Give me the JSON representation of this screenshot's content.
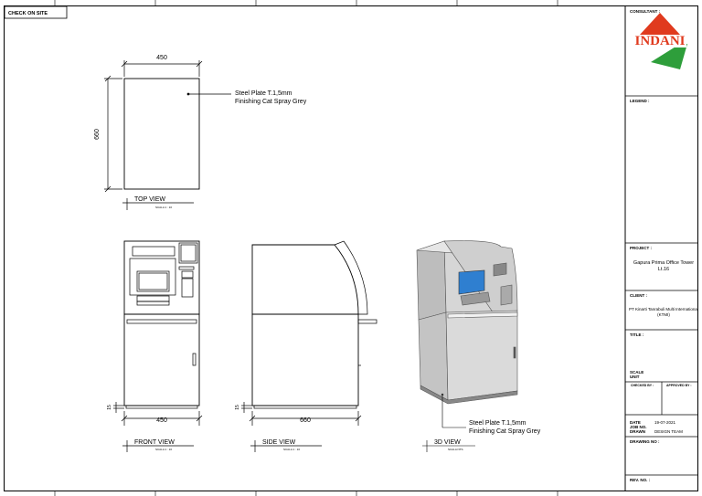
{
  "sheet_label": "CHECK ON SITE",
  "drawing": {
    "top_view": {
      "width_dim": "450",
      "height_dim": "660",
      "note_line1": "Steel Plate T.1,5mm",
      "note_line2": "Finishing Cat Spray Grey",
      "title": "TOP VIEW",
      "scale": "SCALA 1 : 10"
    },
    "front_view": {
      "width_dim": "450",
      "base_dim": "15",
      "title": "FRONT VIEW",
      "scale": "SCALA 1 : 10"
    },
    "side_view": {
      "width_dim": "660",
      "base_dim": "15",
      "title": "SIDE VIEW",
      "scale": "SCALA 1 : 10"
    },
    "view_3d": {
      "note_line1": "Steel Plate T.1,5mm",
      "note_line2": "Finishing Cat Spray Grey",
      "title": "3D VIEW",
      "scale": "SCALA NTS"
    }
  },
  "title_block": {
    "consultant_label": "CONSULTANT :",
    "logo_text": "INDANI",
    "legend_label": "LEGEND :",
    "project_label": "PROJECT :",
    "project_name_line1": "Gapura Prima Office Tower",
    "project_name_line2": "Lt.16",
    "client_label": "CLIENT :",
    "client_name": "PT Kinarti Tanrabuli Multi International",
    "client_sub": "(KTMI)",
    "title_label": "TITLE :",
    "scale_label": "SCALE",
    "unit_label": "UNIT",
    "checked_label": "CHECKED BY :",
    "approved_label": "APPROVED BY :",
    "date_label": "DATE",
    "date_value": "19-07-2021",
    "job_label": "JOB NO.",
    "drawn_label": "DRAWN",
    "drawn_value": "DESIGN TEAM",
    "drawing_no_label": "DRAWING NO :",
    "rev_label": "REV. NO. :"
  },
  "colors": {
    "line": "#000000",
    "logo_red": "#e03a1e",
    "logo_green": "#2e9e3b",
    "screen_blue": "#2f7fd0"
  }
}
